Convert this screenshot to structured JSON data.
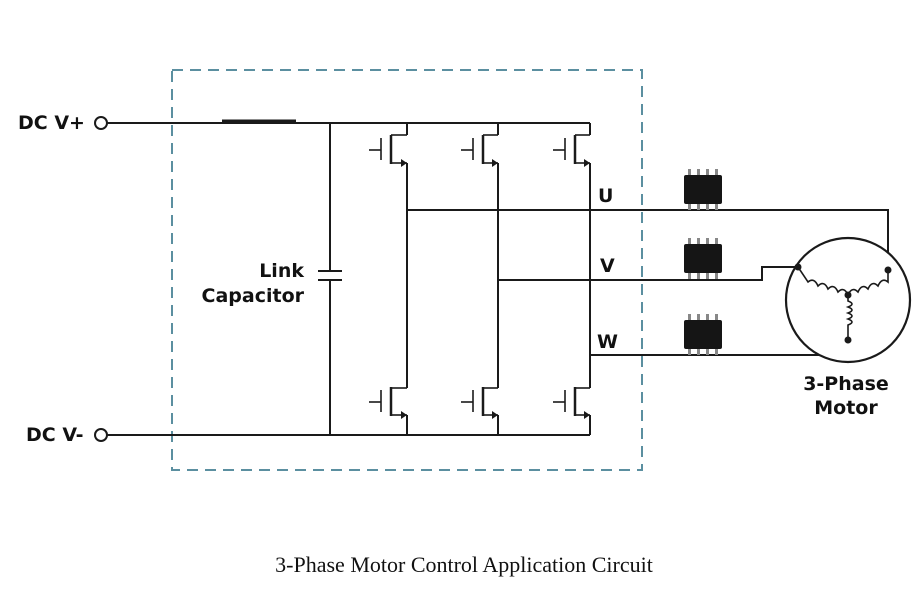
{
  "labels": {
    "dc_pos": "DC V+",
    "dc_neg": "DC V-",
    "capacitor_line1": "Link",
    "capacitor_line2": "Capacitor",
    "phase_u": "U",
    "phase_v": "V",
    "phase_w": "W",
    "motor_line1": "3-Phase",
    "motor_line2": "Motor"
  },
  "caption": "3-Phase Motor Control Application Circuit",
  "colors": {
    "wire": "#1a1a1a",
    "inverter_border": "#5b8fa0",
    "sensor_chip": "#151515"
  }
}
